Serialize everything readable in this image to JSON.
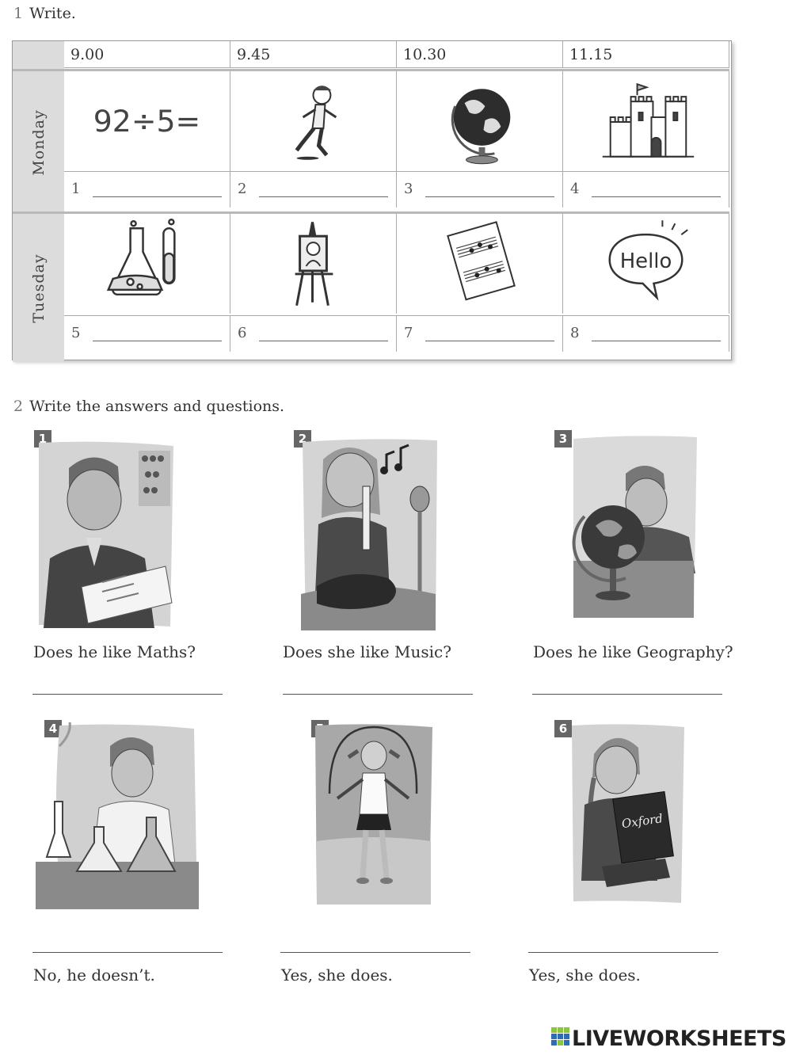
{
  "exercise1": {
    "number": "1",
    "title": "Write.",
    "times": [
      "9.00",
      "9.45",
      "10.30",
      "11.15"
    ],
    "days": [
      {
        "name": "Monday",
        "items": [
          {
            "n": "1",
            "icon": "division-sum-icon",
            "text": "92÷5="
          },
          {
            "n": "2",
            "icon": "running-boy-icon"
          },
          {
            "n": "3",
            "icon": "globe-icon"
          },
          {
            "n": "4",
            "icon": "castle-icon"
          }
        ]
      },
      {
        "name": "Tuesday",
        "items": [
          {
            "n": "5",
            "icon": "lab-flask-icon"
          },
          {
            "n": "6",
            "icon": "easel-painting-icon"
          },
          {
            "n": "7",
            "icon": "sheet-music-icon"
          },
          {
            "n": "8",
            "icon": "speech-bubble-icon",
            "text": "Hello"
          }
        ]
      }
    ]
  },
  "exercise2": {
    "number": "2",
    "title": "Write the answers and questions.",
    "items": [
      {
        "n": "1",
        "illustration": "boy-doing-maths-icon",
        "question": "Does he like Maths?",
        "answer": ""
      },
      {
        "n": "2",
        "illustration": "girl-playing-recorder-icon",
        "question": "Does she like Music?",
        "answer": ""
      },
      {
        "n": "3",
        "illustration": "boy-with-globe-icon",
        "question": "Does he like Geography?",
        "answer": ""
      },
      {
        "n": "4",
        "illustration": "boy-science-lab-icon",
        "question": "",
        "answer": "No, he doesn’t."
      },
      {
        "n": "5",
        "illustration": "girl-skipping-rope-icon",
        "question": "",
        "answer": "Yes, she does."
      },
      {
        "n": "6",
        "illustration": "girl-reading-dictionary-icon",
        "question": "",
        "answer": "Yes, she does.",
        "book_title": "Oxford"
      }
    ]
  },
  "brand": {
    "name": "LIVEWORKSHEETS"
  },
  "colors": {
    "day_label_bg": "#dcdcdc",
    "badge_bg": "#666666",
    "brand_green": "#8cc63f",
    "brand_blue": "#2e6db4"
  }
}
